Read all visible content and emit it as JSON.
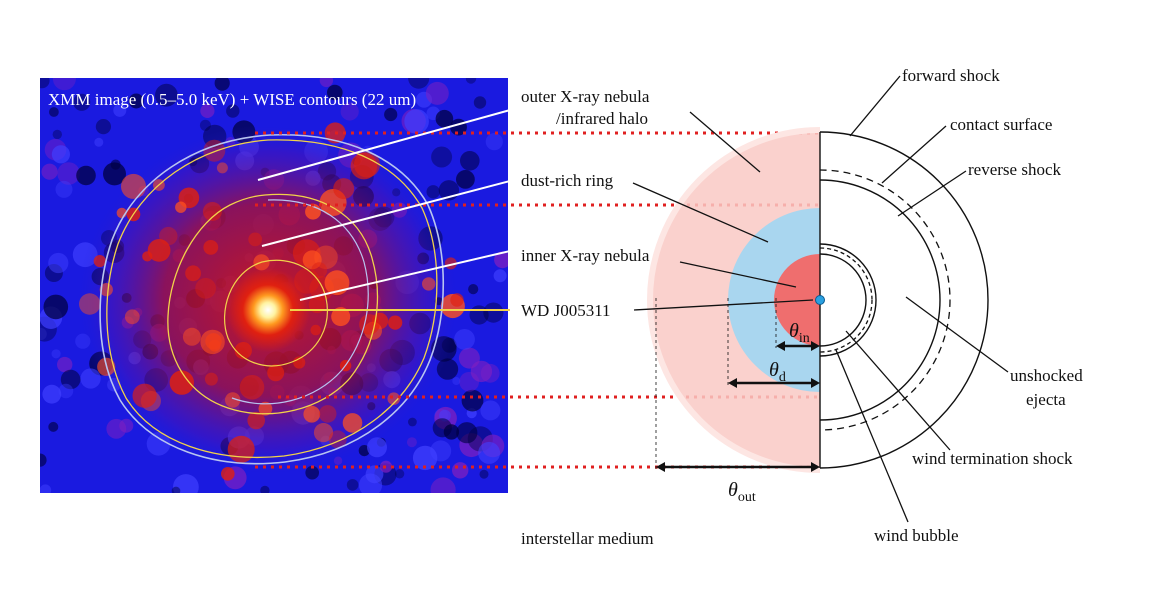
{
  "xray_panel": {
    "title": "XMM image (0.5–5.0 keV) + WISE contours (22 um)"
  },
  "labels": {
    "outer_nebula_line1": "outer X-ray nebula",
    "outer_nebula_line2": "/infrared halo",
    "dust_ring": "dust-rich ring",
    "inner_nebula": "inner X-ray nebula",
    "wd": "WD J005311",
    "interstellar": "interstellar medium",
    "forward_shock": "forward shock",
    "contact_surface": "contact surface",
    "reverse_shock": "reverse shock",
    "unshocked_line1": "unshocked",
    "unshocked_line2": "ejecta",
    "wind_termination": "wind termination shock",
    "wind_bubble": "wind bubble"
  },
  "angles": {
    "theta_in": {
      "symbol": "θ",
      "sub": "in"
    },
    "theta_d": {
      "symbol": "θ",
      "sub": "d"
    },
    "theta_out": {
      "symbol": "θ",
      "sub": "out"
    }
  },
  "colors": {
    "background_xray": "#1a1ae0",
    "outer_halo": "#f9c9c4",
    "dust_ring": "#a9d6ef",
    "inner_nebula": "#ef6e6e",
    "guide_lines": "#e02020",
    "contour_yellow": "#f2d24a",
    "contour_blue": "#b8c4f0",
    "wd_dot": "#2aa0e0"
  }
}
